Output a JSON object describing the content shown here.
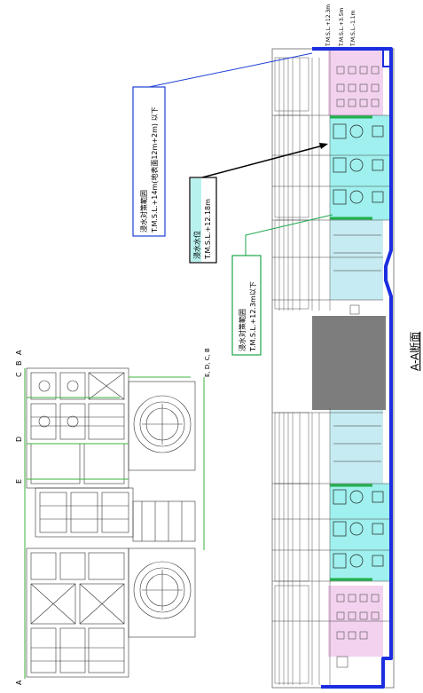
{
  "callouts": {
    "top": {
      "line1": "浸水対策範囲",
      "line2": "T.M.S.L.+14m(地表面12m+2m) 以下",
      "color": "#1f3fd6"
    },
    "middle": {
      "line1": "浸水水位",
      "line2": "T.M.S.L.+12.18m",
      "color": "#000000"
    },
    "bottom": {
      "line1": "浸水対策範囲",
      "line2": "T.M.S.L.+12.3m以下",
      "color": "#1aa64a"
    }
  },
  "section_title": "A-A断面",
  "elevation_labels": [
    "T.M.S.L.+12.3m",
    "T.M.S.L.+3.5m",
    "T.M.S.L.-1.1m"
  ],
  "plan_markers": {
    "top": [
      "C",
      "B",
      "A"
    ],
    "right": [
      "E, D, C, B"
    ],
    "d": "D",
    "e": "E",
    "bottom": [
      "A"
    ]
  },
  "colors": {
    "flood_fill": "#9ff0ee",
    "pink_zone": "#f2d2ee",
    "gray_block": "#7d7d7d",
    "outline_blue": "#1b2ee0",
    "green_line": "#22b04a",
    "plan_green": "#3db33d"
  }
}
